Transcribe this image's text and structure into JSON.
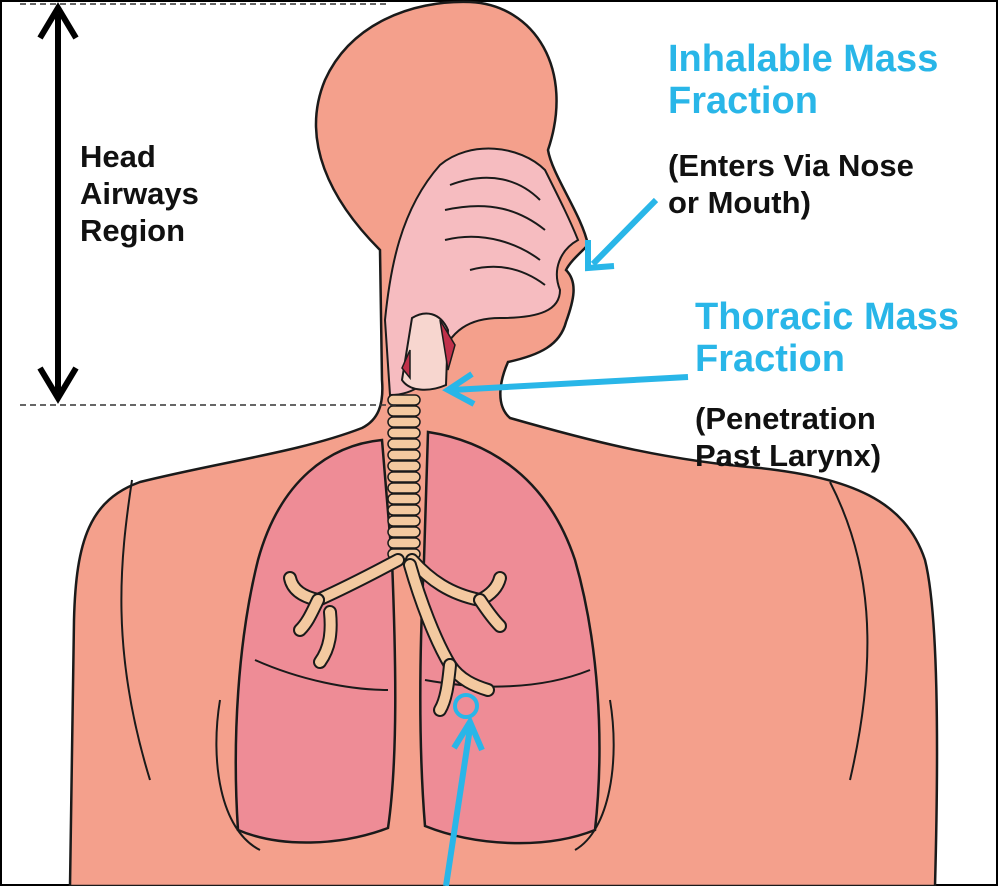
{
  "labels": {
    "head_airways": [
      "Head",
      "Airways",
      "Region"
    ],
    "inhalable": {
      "title": [
        "Inhalable Mass",
        "Fraction"
      ],
      "subtitle": [
        "(Enters Via Nose",
        "or Mouth)"
      ]
    },
    "thoracic": {
      "title": [
        "Thoracic Mass",
        "Fraction"
      ],
      "subtitle": [
        "(Penetration",
        "Past Larynx)"
      ]
    }
  },
  "colors": {
    "accent": "#29b6e8",
    "skin": "#f4a08c",
    "lung": "#ee8c96",
    "nasal": "#f6bcc0",
    "trachea": "#f3c9a0",
    "outline": "#1a1a1a"
  }
}
